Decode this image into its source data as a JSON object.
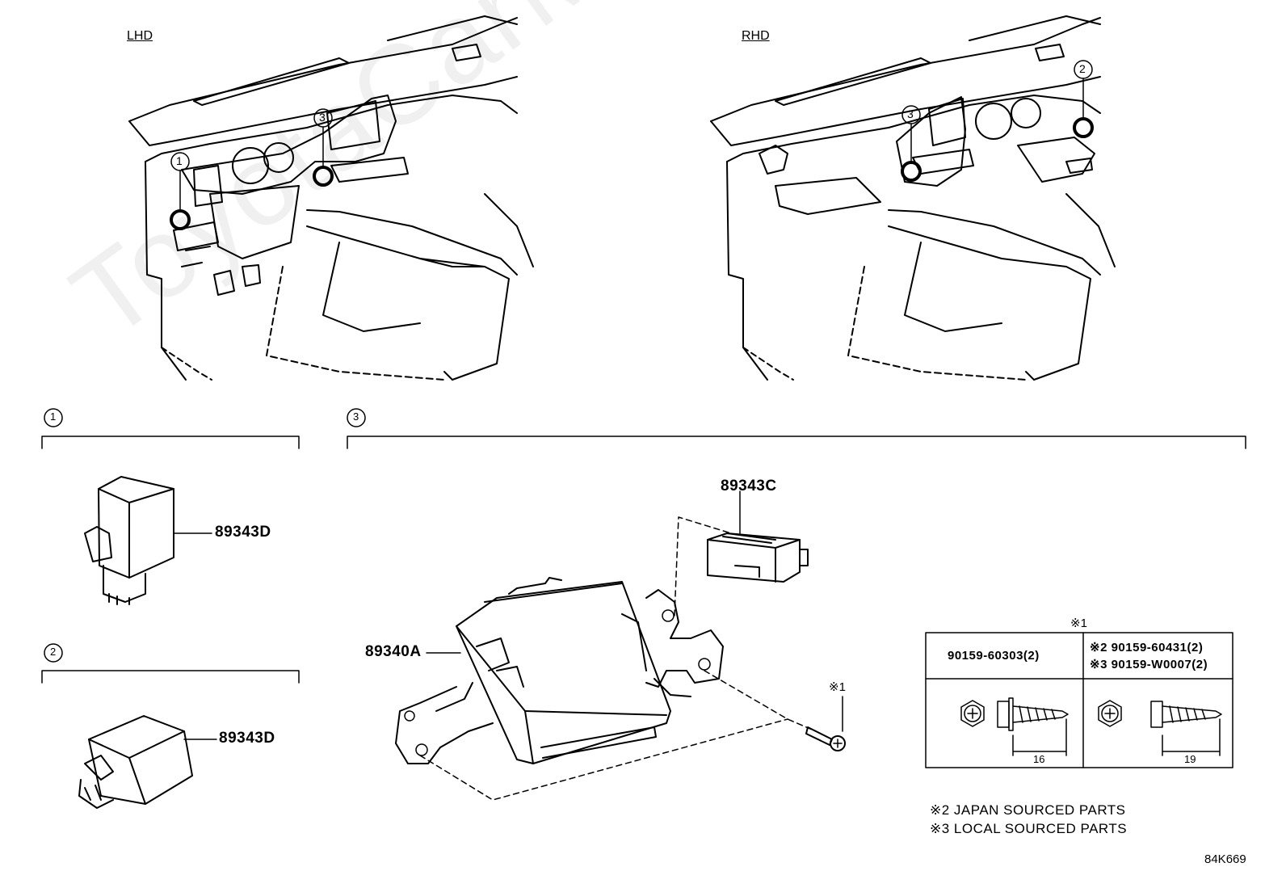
{
  "watermark": "ToyotaCarManual",
  "views": {
    "lhd_label": "LHD",
    "rhd_label": "RHD"
  },
  "callouts": {
    "one": "1",
    "two": "2",
    "three": "3"
  },
  "parts": {
    "sensor_1": "89343D",
    "sensor_2": "89343D",
    "connector": "89343C",
    "ecu": "89340A"
  },
  "fastener_ref": "※1",
  "table": {
    "header_ref": "※1",
    "col1": "90159-60303(2)",
    "col2_line1": "※2 90159-60431(2)",
    "col2_line2": "※3 90159-W0007(2)",
    "dim1": "16",
    "dim2": "19"
  },
  "notes": {
    "note2": "※2 JAPAN SOURCED PARTS",
    "note3": "※3 LOCAL SOURCED PARTS"
  },
  "diagram_code": "84K669"
}
